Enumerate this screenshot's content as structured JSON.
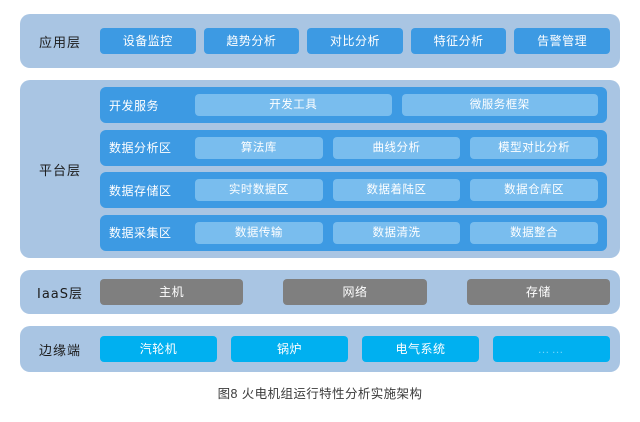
{
  "figure": {
    "caption": "图8 火电机组运行特性分析实施架构"
  },
  "colors": {
    "band_background": "#a9c5e3",
    "app_chip": "#3d9ae3",
    "platform_row": "#3d9ae3",
    "platform_cell": "#79bdee",
    "iaas_chip": "#7f7f7f",
    "edge_chip": "#00b0f0",
    "page_background": "#ffffff"
  },
  "layers": {
    "application": {
      "label": "应用层",
      "items": [
        {
          "label": "设备监控"
        },
        {
          "label": "趋势分析"
        },
        {
          "label": "对比分析"
        },
        {
          "label": "特征分析"
        },
        {
          "label": "告警管理"
        }
      ]
    },
    "platform": {
      "label": "平台层",
      "rows": [
        {
          "label": "开发服务",
          "cells": [
            {
              "label": "开发工具"
            },
            {
              "label": "微服务框架"
            }
          ]
        },
        {
          "label": "数据分析区",
          "cells": [
            {
              "label": "算法库"
            },
            {
              "label": "曲线分析"
            },
            {
              "label": "模型对比分析"
            }
          ]
        },
        {
          "label": "数据存储区",
          "cells": [
            {
              "label": "实时数据区"
            },
            {
              "label": "数据着陆区"
            },
            {
              "label": "数据仓库区"
            }
          ]
        },
        {
          "label": "数据采集区",
          "cells": [
            {
              "label": "数据传输"
            },
            {
              "label": "数据清洗"
            },
            {
              "label": "数据整合"
            }
          ]
        }
      ]
    },
    "iaas": {
      "label": "IaaS层",
      "items": [
        {
          "label": "主机"
        },
        {
          "label": "网络"
        },
        {
          "label": "存储"
        }
      ]
    },
    "edge": {
      "label": "边缘端",
      "items": [
        {
          "label": "汽轮机"
        },
        {
          "label": "锅炉"
        },
        {
          "label": "电气系统"
        },
        {
          "label": "……"
        }
      ]
    }
  }
}
